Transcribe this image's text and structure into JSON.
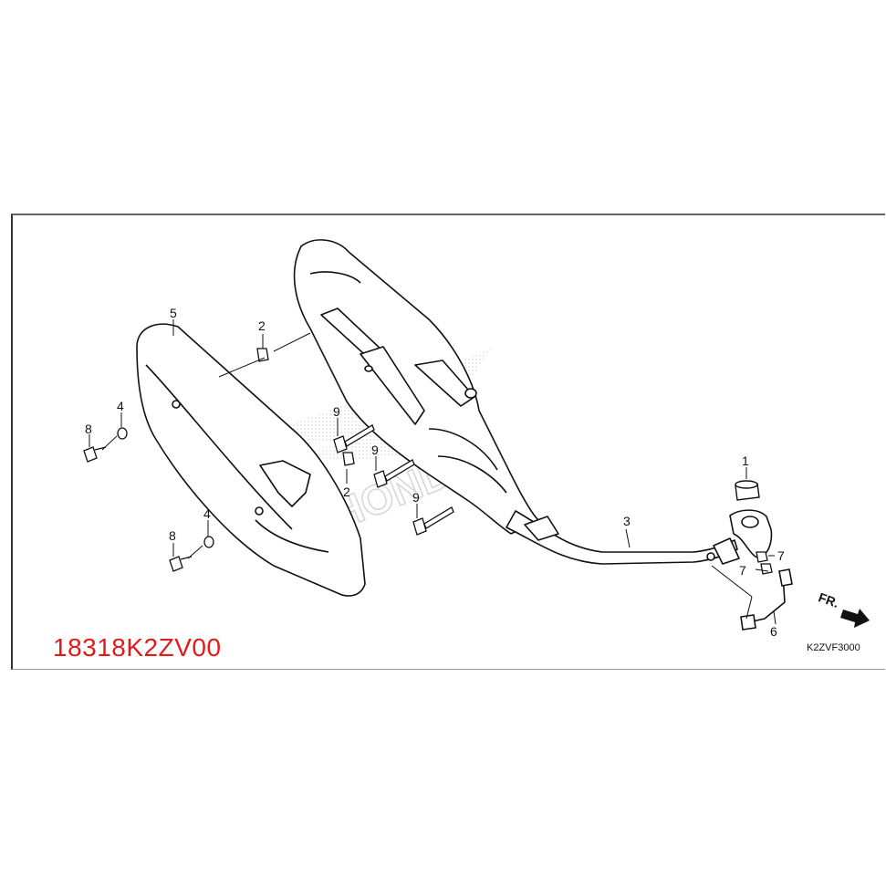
{
  "part_number": "18318K2ZV00",
  "diagram_code": "K2ZVF3000",
  "watermark_text": "HONDA",
  "direction_label": "FR.",
  "callouts": {
    "n1": "1",
    "n2a": "2",
    "n2b": "2",
    "n3": "3",
    "n4a": "4",
    "n4b": "4",
    "n5": "5",
    "n6": "6",
    "n7a": "7",
    "n7b": "7",
    "n8a": "8",
    "n8b": "8",
    "n9a": "9",
    "n9b": "9",
    "n9c": "9"
  },
  "colors": {
    "line": "#111111",
    "part_number": "#e11b1b",
    "watermark": "#cfcfcf",
    "frame": "#555555"
  }
}
